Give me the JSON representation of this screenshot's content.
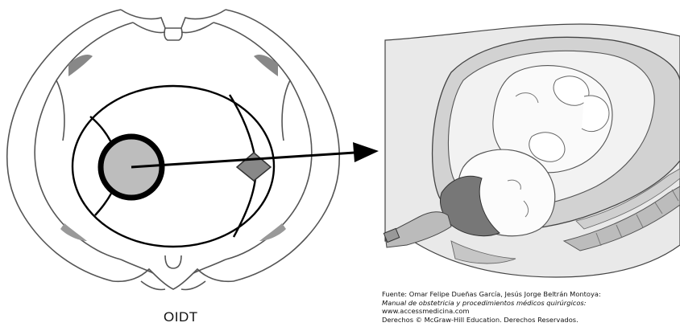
{
  "left_figure": {
    "label": "OIDT"
  },
  "credit": {
    "source": "Fuente: Omar Felipe Dueñas García, Jesús Jorge Beltrán Montoya:",
    "book": "Manual de obstetricia y procedimientos médicos quirúrgicos:",
    "url": "www.accessmedicina.com",
    "rights": "Derechos © McGraw-Hill Education. Derechos Reservados."
  }
}
